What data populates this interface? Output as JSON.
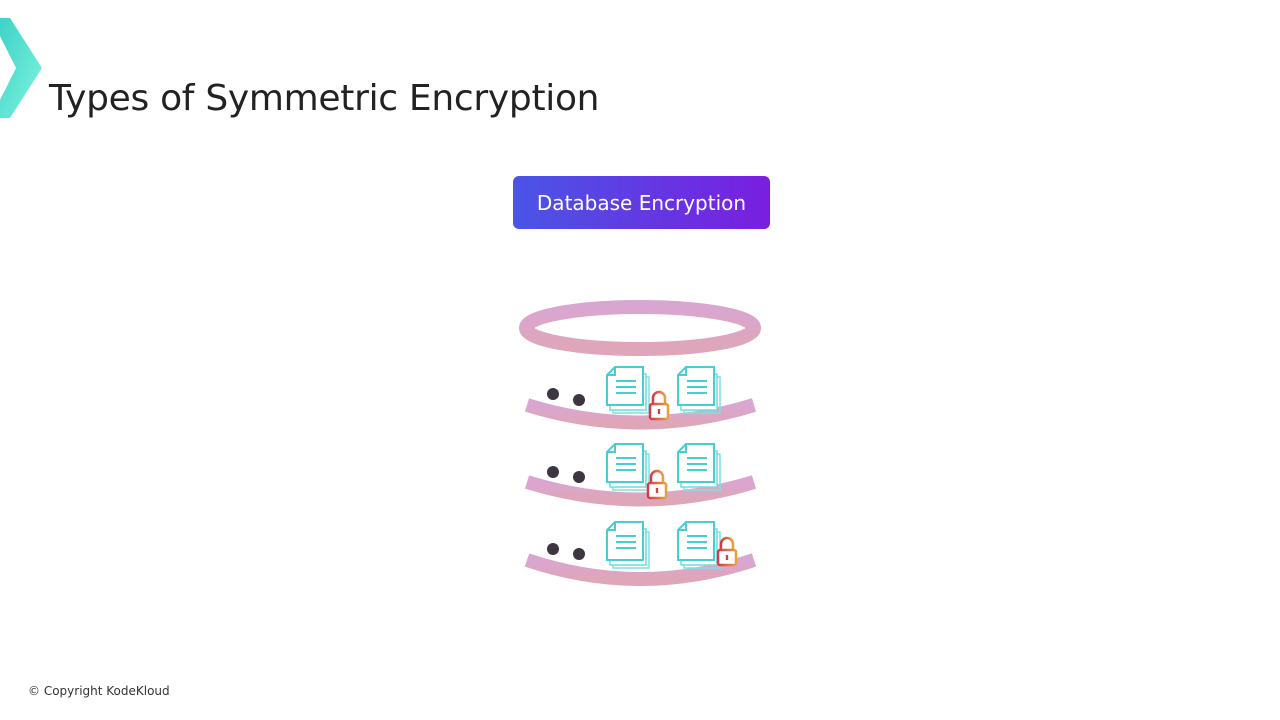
{
  "header": {
    "title": "Types of Symmetric Encryption",
    "logo_icon": "kodekloud-chevron-logo"
  },
  "main": {
    "button_label": "Database Encryption",
    "illustration": {
      "icon": "database-encrypted-files-icon",
      "rows": 3
    },
    "colors": {
      "cylinder": "#d9a6cf",
      "documents": "#4fd3d6",
      "lock": "#d9603a",
      "button_start": "#4a55e6",
      "button_end": "#7a1ee0"
    }
  },
  "footer": {
    "copyright": "© Copyright KodeKloud"
  }
}
